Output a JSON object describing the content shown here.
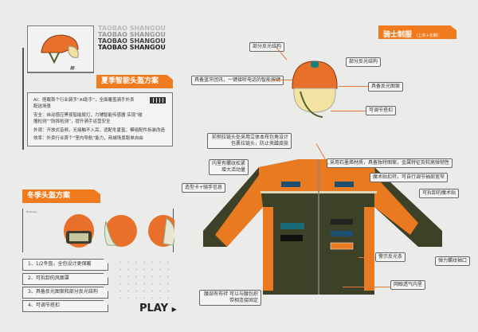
{
  "summary": {
    "brand_lines": [
      "TAOBAO SHANGOU",
      "TAOBAO SHANGOU",
      "TAOBAO SHANGOU",
      "TAOBAO SHANGOU"
    ],
    "title": "夏季智能头盔方案",
    "features": [
      {
        "text": "AI：搭载首个行业骑手“AI助手”，全面覆盖骑手外卖配送场景"
      },
      {
        "text": "安全：自动感应黑夜智能尾灯，力辅智能传感器 实现“碰撞检测”“防摔检测”，提升骑手运营安全"
      },
      {
        "text": "外观：开放式音频，无接触不入耳，适配冬夏盔；模组配件拆装改造"
      },
      {
        "text": "效率：外卖行业首个“室内导航”能力，商城场景跑单自由"
      }
    ]
  },
  "winter": {
    "title": "冬季头盔方案",
    "drawing_label": "Drawing ...",
    "items": [
      "1、1/2冬盔，全包设计更保暖",
      "2、可拆卸的风面罩",
      "3、具备反光图案和部分反光结构",
      "4、可调节搭扣"
    ],
    "play": "PLAY"
  },
  "uniform": {
    "title": "骑士制服",
    "subtitle": "(上衣+长裤)",
    "helmet_labels": [
      "部分反光结构",
      "部分反光结构",
      "具备蓝牙团讯，一键接听电话的智能按键",
      "具备反光图案",
      "可调节搭扣"
    ],
    "jacket_labels": [
      "前侧拉链头处采用立体本布包角设计 包裹拉链头，防止夹蹭皮肤",
      "内里有螺纹松紧 增大活动量",
      "造型卡+骑手信息",
      "采用石墨烯材质，具备独特图案，金属特征及较高弹韧性",
      "魔术贴扣袢，可自行调节袖部宽窄",
      "可拆卸的魔术贴",
      "警示反光条",
      "弹力螺纹袖口",
      "腰部有布袢 可以与腰包织带相连接固定",
      "网眼透气内里"
    ]
  },
  "colors": {
    "accent": "#f07a1e",
    "jacket_dark": "#3c4128"
  }
}
